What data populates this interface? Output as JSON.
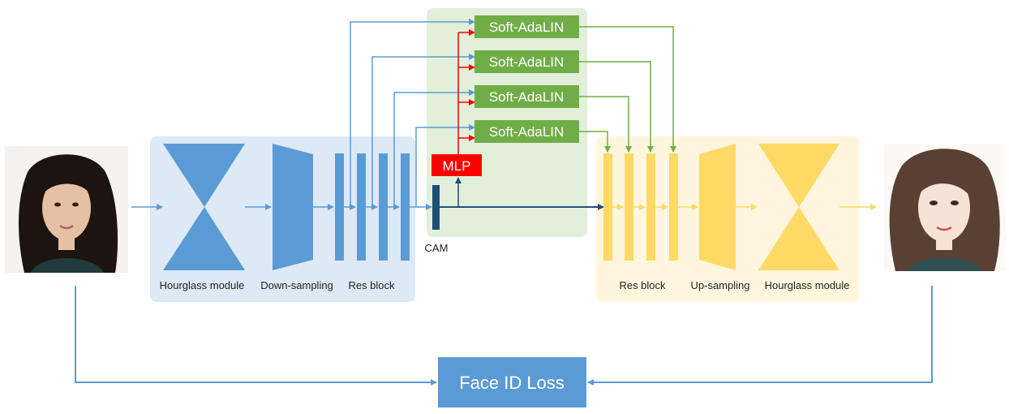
{
  "encoder": {
    "hourglass_label": "Hourglass module",
    "downsampling_label": "Down-sampling",
    "resblock_label": "Res block"
  },
  "cam_label": "CAM",
  "mlp_label": "MLP",
  "soft_adalin_labels": [
    "Soft-AdaLIN",
    "Soft-AdaLIN",
    "Soft-AdaLIN",
    "Soft-AdaLIN"
  ],
  "decoder": {
    "resblock_label": "Res block",
    "upsampling_label": "Up-sampling",
    "hourglass_label": "Hourglass module"
  },
  "loss_label": "Face ID Loss",
  "colors": {
    "encoder_blue": "#5b9bd5",
    "encoder_bg": "#dde9f5",
    "middle_bg": "#e2efda",
    "adalin_green": "#70ad47",
    "mlp_red": "#ff0000",
    "decoder_yellow": "#ffd966",
    "decoder_bg": "#fff6dd",
    "cam_dark": "#1f4e79"
  }
}
